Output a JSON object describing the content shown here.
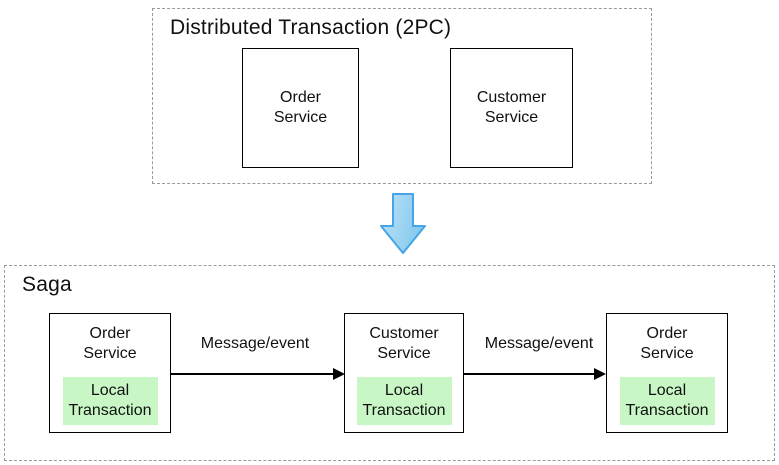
{
  "colors": {
    "local_box_fill": "#c8f7c5",
    "blue_arrow_fill_light": "#bce3f8",
    "blue_arrow_fill_dark": "#85c9ee",
    "blue_arrow_stroke": "#45a5e6",
    "box_border": "#000000",
    "group_border": "#999999"
  },
  "two_pc": {
    "title": "Distributed Transaction (2PC)",
    "boxes": [
      {
        "label": "Order Service"
      },
      {
        "label": "Customer Service"
      }
    ]
  },
  "saga": {
    "title": "Saga",
    "steps": [
      {
        "service": "Order Service",
        "inner": "Local Transaction"
      },
      {
        "service": "Customer Service",
        "inner": "Local Transaction"
      },
      {
        "service": "Order Service",
        "inner": "Local Transaction"
      }
    ],
    "arrows": [
      {
        "label": "Message/event"
      },
      {
        "label": "Message/event"
      }
    ]
  }
}
